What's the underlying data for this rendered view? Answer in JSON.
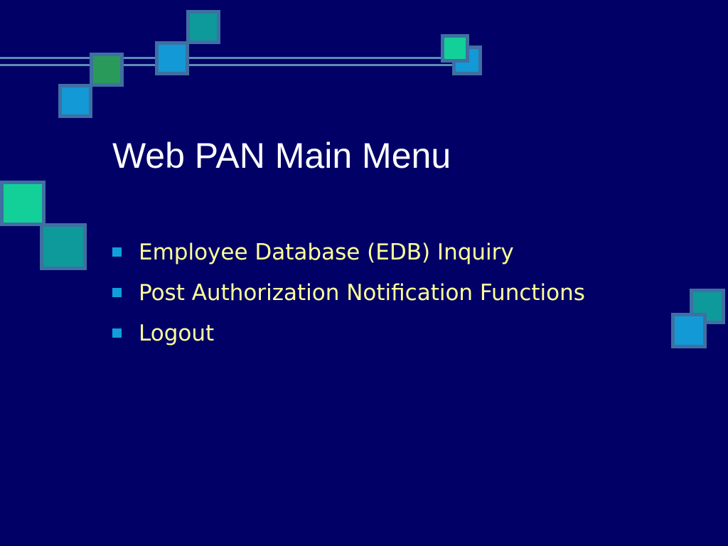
{
  "slide": {
    "title": "Web PAN Main Menu",
    "menu": [
      {
        "label": "Employee Database (EDB) Inquiry"
      },
      {
        "label": "Post Authorization Notification Functions"
      },
      {
        "label": "Logout"
      }
    ]
  },
  "colors": {
    "background": "#000066",
    "title": "#ffffff",
    "menu_text": "#ffff99",
    "bullet": "#0f9fdc",
    "square_teal": "#0e9a9a",
    "square_blue": "#1399d6",
    "square_green": "#2a9a5a",
    "square_mint": "#12d098",
    "square_border": "#3f6fa3"
  }
}
